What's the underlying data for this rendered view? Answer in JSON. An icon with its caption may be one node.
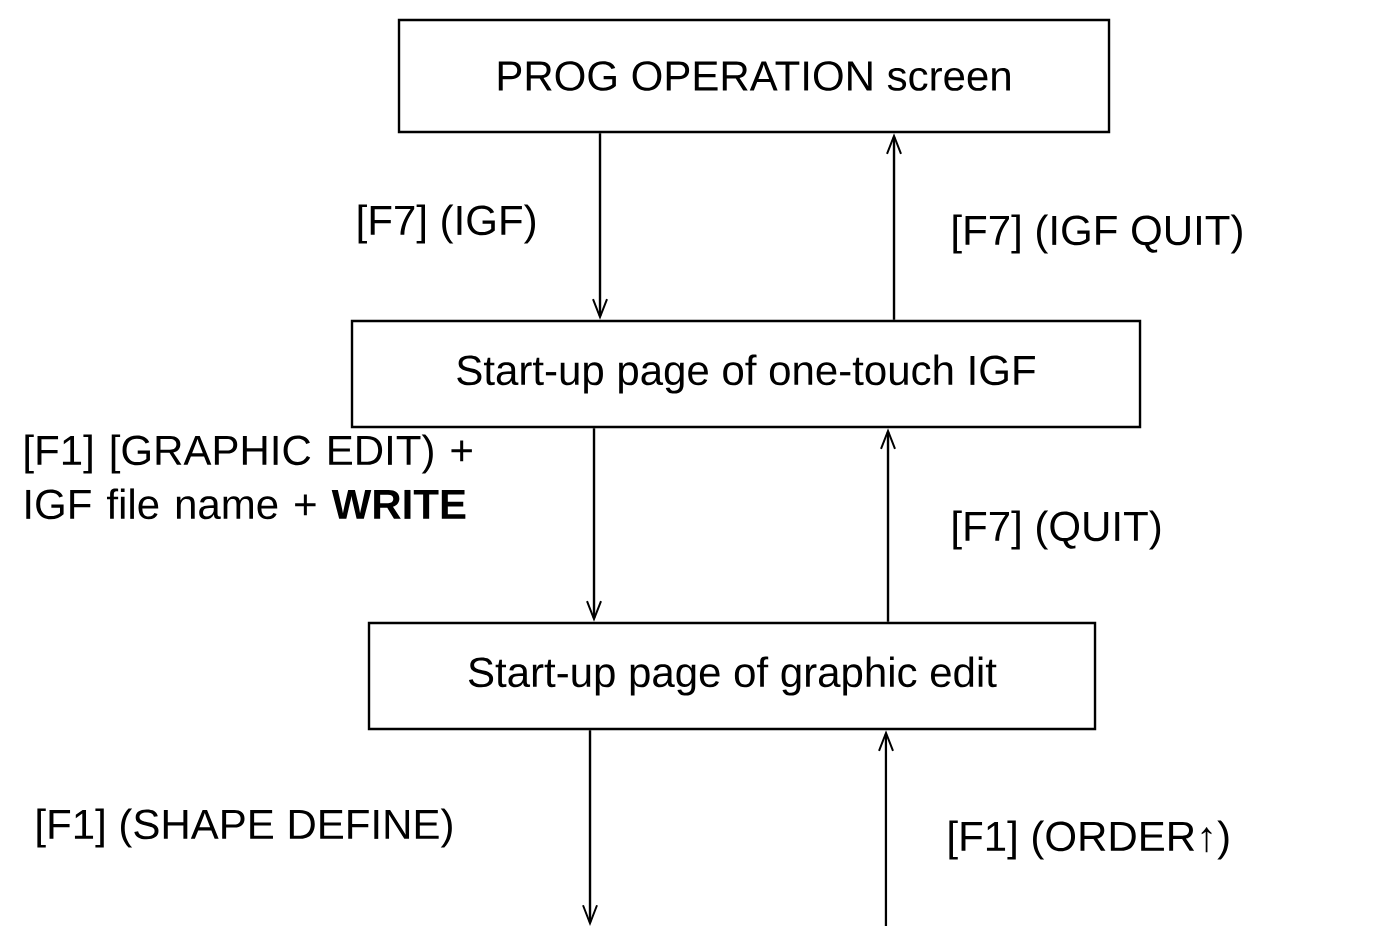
{
  "diagram": {
    "nodes": [
      {
        "text": [
          "PROG OPERATION screen"
        ]
      },
      {
        "text": [
          "Start-up page of one-touch IGF"
        ]
      },
      {
        "text": [
          "Start-up page of graphic edit"
        ]
      }
    ],
    "edges": [
      {
        "from": 0,
        "to": 1,
        "arrow": "to",
        "label": "[F7] (IGF)"
      },
      {
        "from": 1,
        "to": 0,
        "arrow": "to",
        "label": "[F7] (IGF QUIT)"
      },
      {
        "from": 1,
        "to": 2,
        "arrow": "to",
        "label": "[F1] [GRAPHIC EDIT) + IGF file name + **WRITE**"
      },
      {
        "from": 2,
        "to": 1,
        "arrow": "to",
        "label": "[F7] (QUIT)"
      },
      {
        "from": 2,
        "to": null,
        "arrow": "to",
        "label": "[F1] (SHAPE DEFINE)"
      },
      {
        "from": null,
        "to": 2,
        "arrow": "to",
        "label": "[F1] (ORDER↑)"
      }
    ]
  }
}
